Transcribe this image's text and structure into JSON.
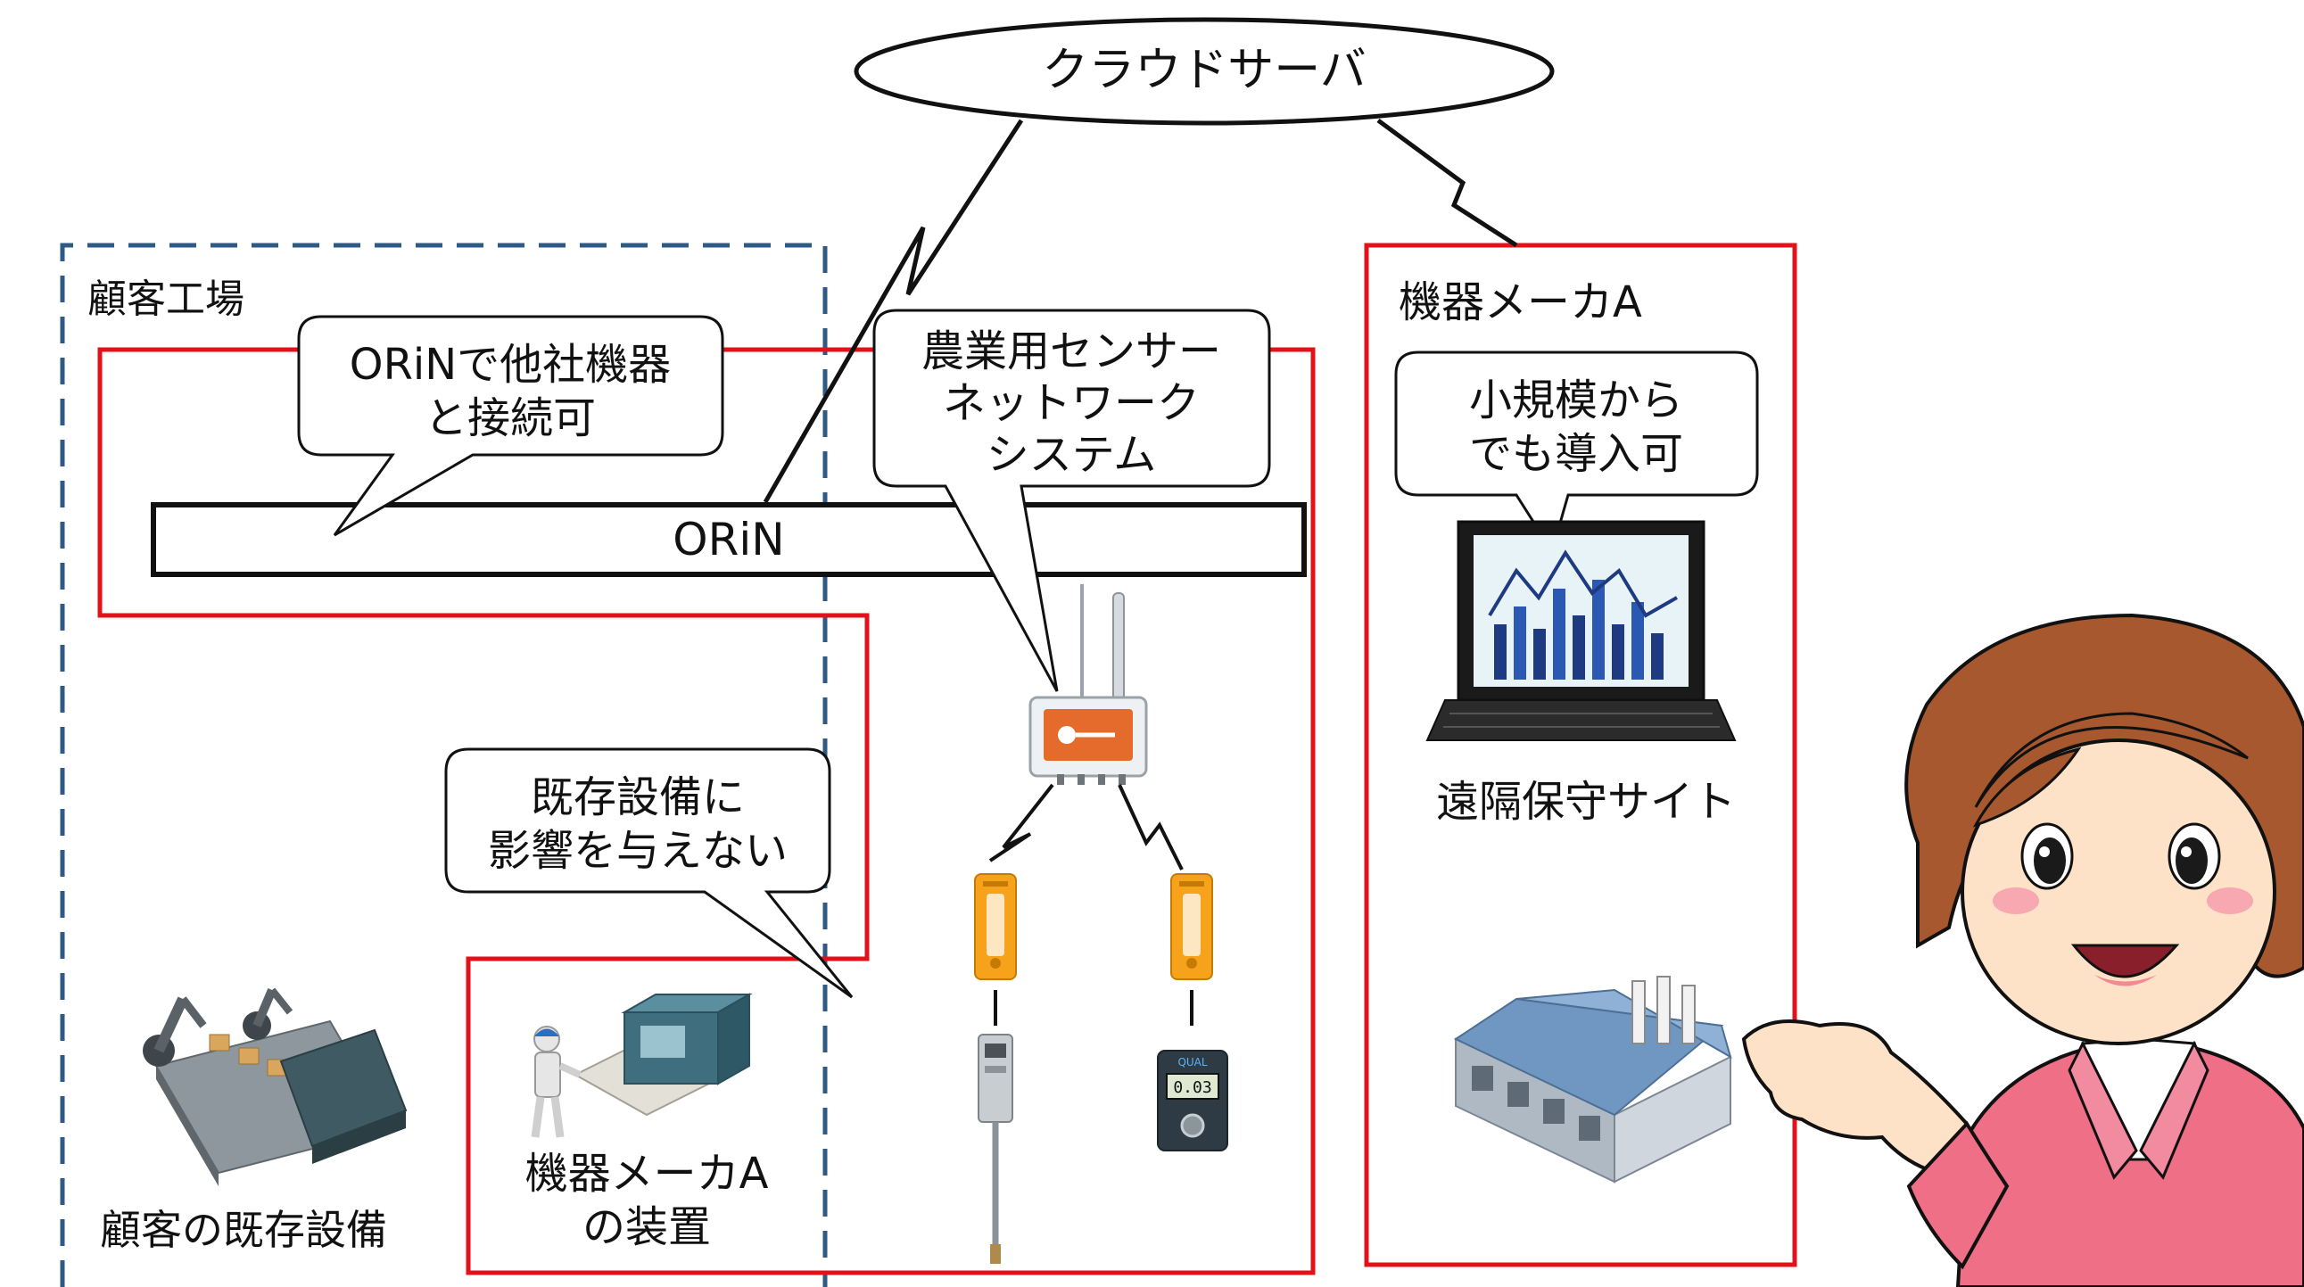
{
  "cloud_server": {
    "label": "クラウドサーバ"
  },
  "customer_factory": {
    "label": "顧客工場"
  },
  "orin_bar": {
    "label": "ORiN"
  },
  "callout_orin": {
    "line1": "ORiNで他社機器",
    "line2": "と接続可"
  },
  "callout_sensor": {
    "line1": "農業用センサー",
    "line2": "ネットワーク",
    "line3": "システム"
  },
  "callout_existing": {
    "line1": "既存設備に",
    "line2": "影響を与えない"
  },
  "callout_small": {
    "line1": "小規模から",
    "line2": "でも導入可"
  },
  "maker_a_region": {
    "label": "機器メーカA"
  },
  "remote_site": {
    "label": "遠隔保守サイト"
  },
  "customer_equipment": {
    "label": "顧客の既存設備"
  },
  "maker_a_device": {
    "line1": "機器メーカA",
    "line2": "の装置"
  },
  "meter_display": {
    "brand": "QUAL",
    "value": "0.03"
  },
  "colors": {
    "red_frame": "#e3121a",
    "blue_dashed": "#2f5a85",
    "sensor_orange": "#f6a21a",
    "gateway_orange": "#e56b2c"
  }
}
